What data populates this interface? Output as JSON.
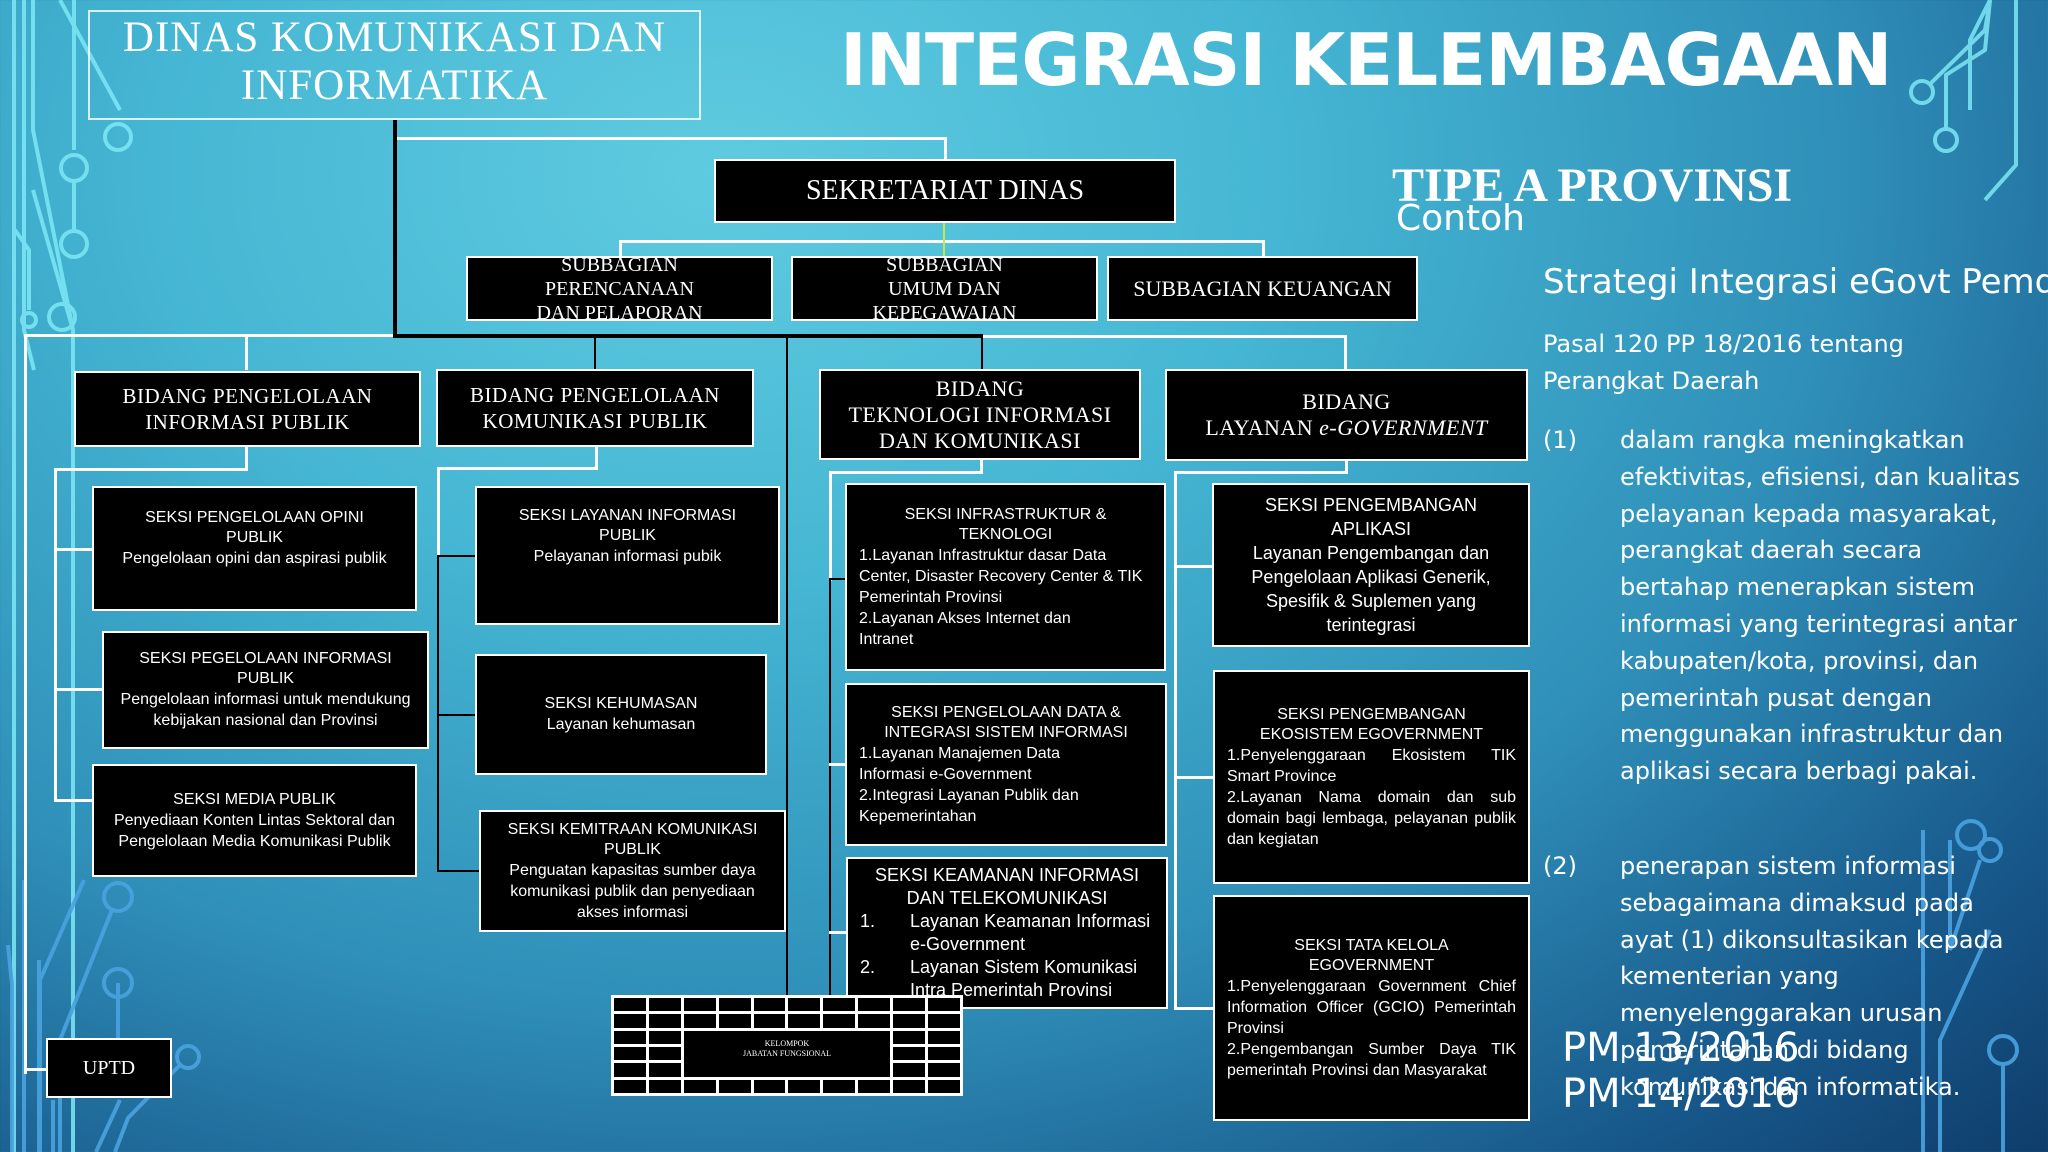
{
  "slide": {
    "org_title": [
      "DINAS KOMUNIKASI DAN",
      "INFORMATIKA"
    ],
    "main_title": "INTEGRASI KELEMBAGAAN",
    "subtitle_type": "TIPE A PROVINSI",
    "subtitle_note": "Contoh"
  },
  "org_chart": {
    "sekretariat": "SEKRETARIAT DINAS",
    "subbagian": [
      {
        "label": "SUBBAGIAN PERENCANAAN DAN PELAPORAN"
      },
      {
        "label": "SUBBAGIAN UMUM DAN KEPEGAWAIAN"
      },
      {
        "label": "SUBBAGIAN KEUANGAN"
      }
    ],
    "bidang": [
      {
        "lines": [
          "BIDANG PENGELOLAAN",
          "INFORMASI PUBLIK"
        ],
        "seksi": [
          {
            "title": "SEKSI  PENGELOLAAN OPINI PUBLIK",
            "body": "Pengelolaan opini dan aspirasi publik"
          },
          {
            "title": "SEKSI PEGELOLAAN INFORMASI PUBLIK",
            "body": "Pengelolaan informasi untuk mendukung kebijakan nasional dan Provinsi"
          },
          {
            "title": "SEKSI MEDIA PUBLIK",
            "body": "Penyediaan Konten Lintas Sektoral dan Pengelolaan Media Komunikasi Publik"
          }
        ]
      },
      {
        "lines": [
          "BIDANG PENGELOLAAN",
          "KOMUNIKASI PUBLIK"
        ],
        "seksi": [
          {
            "title": "SEKSI  LAYANAN INFORMASI PUBLIK",
            "body": "Pelayanan informasi pubik"
          },
          {
            "title": "SEKSI  KEHUMASAN",
            "body": "Layanan kehumasan"
          },
          {
            "title": "SEKSI  KEMITRAAN KOMUNIKASI PUBLIK",
            "body": "Penguatan kapasitas sumber daya komunikasi publik dan penyediaan akses informasi"
          }
        ]
      },
      {
        "lines": [
          "BIDANG",
          "TEKNOLOGI INFORMASI",
          "DAN KOMUNIKASI"
        ],
        "seksi": [
          {
            "title": "SEKSI INFRASTRUKTUR & TEKNOLOGI",
            "items": [
              "1.Layanan Infrastruktur dasar Data Center, Disaster Recovery Center  & TIK Pemerintah Provinsi",
              "2.Layanan Akses Internet dan Intranet"
            ]
          },
          {
            "title": "SEKSI PENGELOLAAN DATA & INTEGRASI SISTEM INFORMASI",
            "items": [
              "1.Layanan Manajemen Data Informasi e-Government",
              "2.Integrasi Layanan Publik dan Kepemerintahan"
            ]
          },
          {
            "title": "SEKSI KEAMANAN INFORMASI DAN TELEKOMUNIKASI",
            "numbered": [
              {
                "n": "1.",
                "text": "Layanan Keamanan Informasi e-Government"
              },
              {
                "n": "2.",
                "text": "Layanan Sistem Komunikasi Intra Pemerintah Provinsi"
              }
            ]
          }
        ]
      },
      {
        "line1": "BIDANG",
        "line2_prefix": "LAYANAN ",
        "line2_italic": "e-GOVERNMENT",
        "seksi": [
          {
            "title": "SEKSI PENGEMBANGAN APLIKASI",
            "body": "Layanan Pengembangan dan Pengelolaan Aplikasi Generik, Spesifik & Suplemen yang terintegrasi"
          },
          {
            "title": "SEKSI PENGEMBANGAN EKOSISTEM EGOVERNMENT",
            "items": [
              "1.Penyelenggaraan Ekosistem TIK Smart Province",
              "2.Layanan Nama domain dan sub domain bagi lembaga, pelayanan publik dan kegiatan"
            ]
          },
          {
            "title": "SEKSI TATA KELOLA EGOVERNMENT",
            "items": [
              "1.Penyelenggaraan Government Chief Information Officer (GCIO) Pemerintah Provinsi",
              "2.Pengembangan Sumber Daya TIK pemerintah Provinsi dan Masyarakat"
            ]
          }
        ]
      }
    ],
    "fungsional": [
      "KELOMPOK",
      "JABATAN  FUNGSIONAL"
    ],
    "uptd": "UPTD"
  },
  "side_panel": {
    "heading": "Strategi Integrasi eGovt Pemda",
    "pasal_lines": [
      "Pasal 120  PP 18/2016 tentang",
      "Perangkat Daerah"
    ],
    "ayat": [
      {
        "num": "(1)",
        "text": "dalam rangka meningkatkan efektivitas, efisiensi, dan kualitas pelayanan kepada masyarakat, perangkat daerah secara bertahap menerapkan sistem informasi yang terintegrasi antar kabupaten/kota, provinsi, dan pemerintah pusat dengan menggunakan infrastruktur dan aplikasi secara berbagi pakai."
      },
      {
        "num": "(2)",
        "text": "penerapan sistem informasi sebagaimana dimaksud pada ayat (1) dikonsultasikan kepada kementerian yang menyelenggarakan urusan pemerintahan di bidang komunikasi dan informatika."
      }
    ],
    "regulations": [
      "PM 13/2016",
      "PM 14/2016"
    ]
  },
  "colors": {
    "box_fill": "#000000",
    "box_border": "#ffffff",
    "circuit_light": "#7ee8f5",
    "circuit_dark": "#4aa3e0"
  }
}
